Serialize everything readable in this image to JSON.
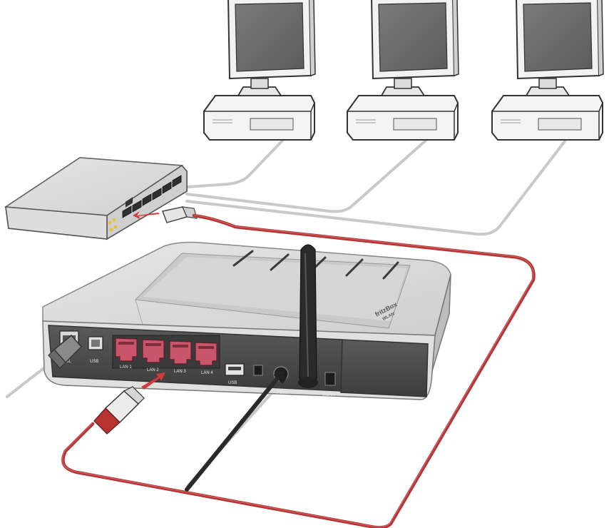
{
  "router": {
    "brand_text": "fritzBox",
    "brand_sub": "WLAN",
    "ports": {
      "dsl": "DSL",
      "usb_b": "USB",
      "lan1": "LAN 1",
      "lan2": "LAN 2",
      "lan3": "LAN 3",
      "lan4": "LAN 4",
      "usb_a": "USB",
      "power": "Power",
      "wlan": "WLAN"
    }
  },
  "colors": {
    "lan_cable": "#b83232",
    "port_red": "#c8556a",
    "cable_grey": "#c9c9c9",
    "router_body": "#dcdcdc",
    "router_front": "#4a4a4a"
  },
  "icons": [
    "computer-icon",
    "switch-icon",
    "router-icon",
    "antenna-icon",
    "rj45-plug-icon",
    "arrow-icon"
  ]
}
